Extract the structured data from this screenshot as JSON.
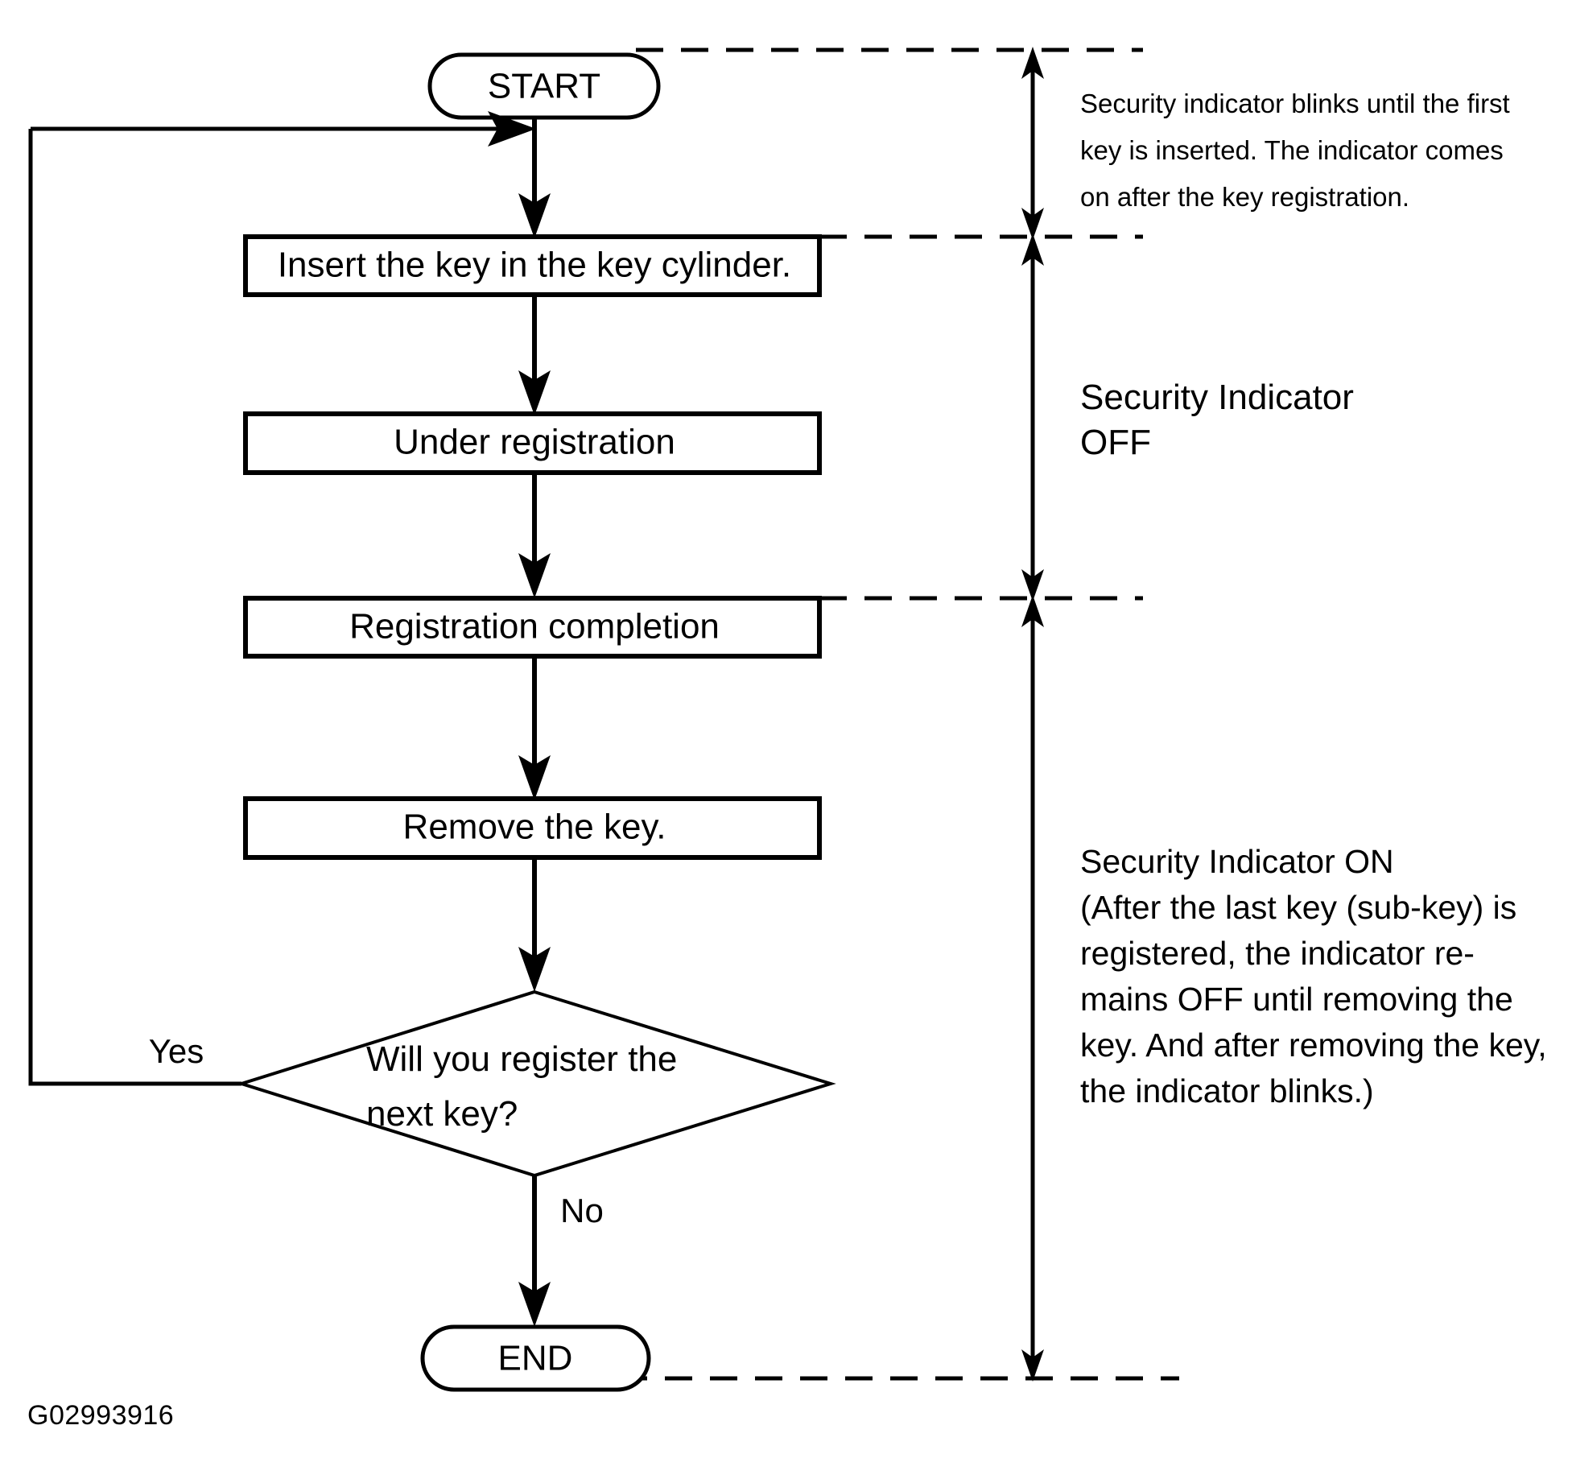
{
  "figure": {
    "id_label": "G02993916"
  },
  "flowchart": {
    "type": "flowchart",
    "nodes": [
      {
        "id": "start",
        "shape": "terminator",
        "label": "START"
      },
      {
        "id": "insert",
        "shape": "process",
        "label": "Insert the key in the key cylinder."
      },
      {
        "id": "under",
        "shape": "process",
        "label": "Under registration"
      },
      {
        "id": "complete",
        "shape": "process",
        "label": "Registration completion"
      },
      {
        "id": "remove",
        "shape": "process",
        "label": "Remove the key."
      },
      {
        "id": "decision",
        "shape": "decision",
        "label_line1": "Will  you  register  the",
        "label_line2": "next key?"
      },
      {
        "id": "end",
        "shape": "terminator",
        "label": "END"
      }
    ],
    "edges": [
      {
        "from": "start",
        "to": "insert",
        "label": ""
      },
      {
        "from": "insert",
        "to": "under",
        "label": ""
      },
      {
        "from": "under",
        "to": "complete",
        "label": ""
      },
      {
        "from": "complete",
        "to": "remove",
        "label": ""
      },
      {
        "from": "remove",
        "to": "decision",
        "label": ""
      },
      {
        "from": "decision",
        "to": "insert",
        "label": "Yes"
      },
      {
        "from": "decision",
        "to": "end",
        "label": "No"
      }
    ],
    "edge_labels": {
      "yes": "Yes",
      "no": "No"
    }
  },
  "annotations": {
    "blink_note": {
      "lines": [
        "Security indicator blinks until the first",
        "key is inserted. The indicator comes",
        "on after the key registration."
      ]
    },
    "indicator_off": {
      "lines": [
        "Security  Indicator",
        "OFF"
      ]
    },
    "indicator_on": {
      "lines": [
        "Security Indicator ON",
        "(After the last key (sub-key) is",
        "registered, the indicator re-",
        "mains OFF until removing the",
        "key. And after removing the key,",
        "the indicator blinks.)"
      ]
    }
  },
  "colors": {
    "stroke": "#000000",
    "fill": "#ffffff",
    "background": "#ffffff"
  }
}
